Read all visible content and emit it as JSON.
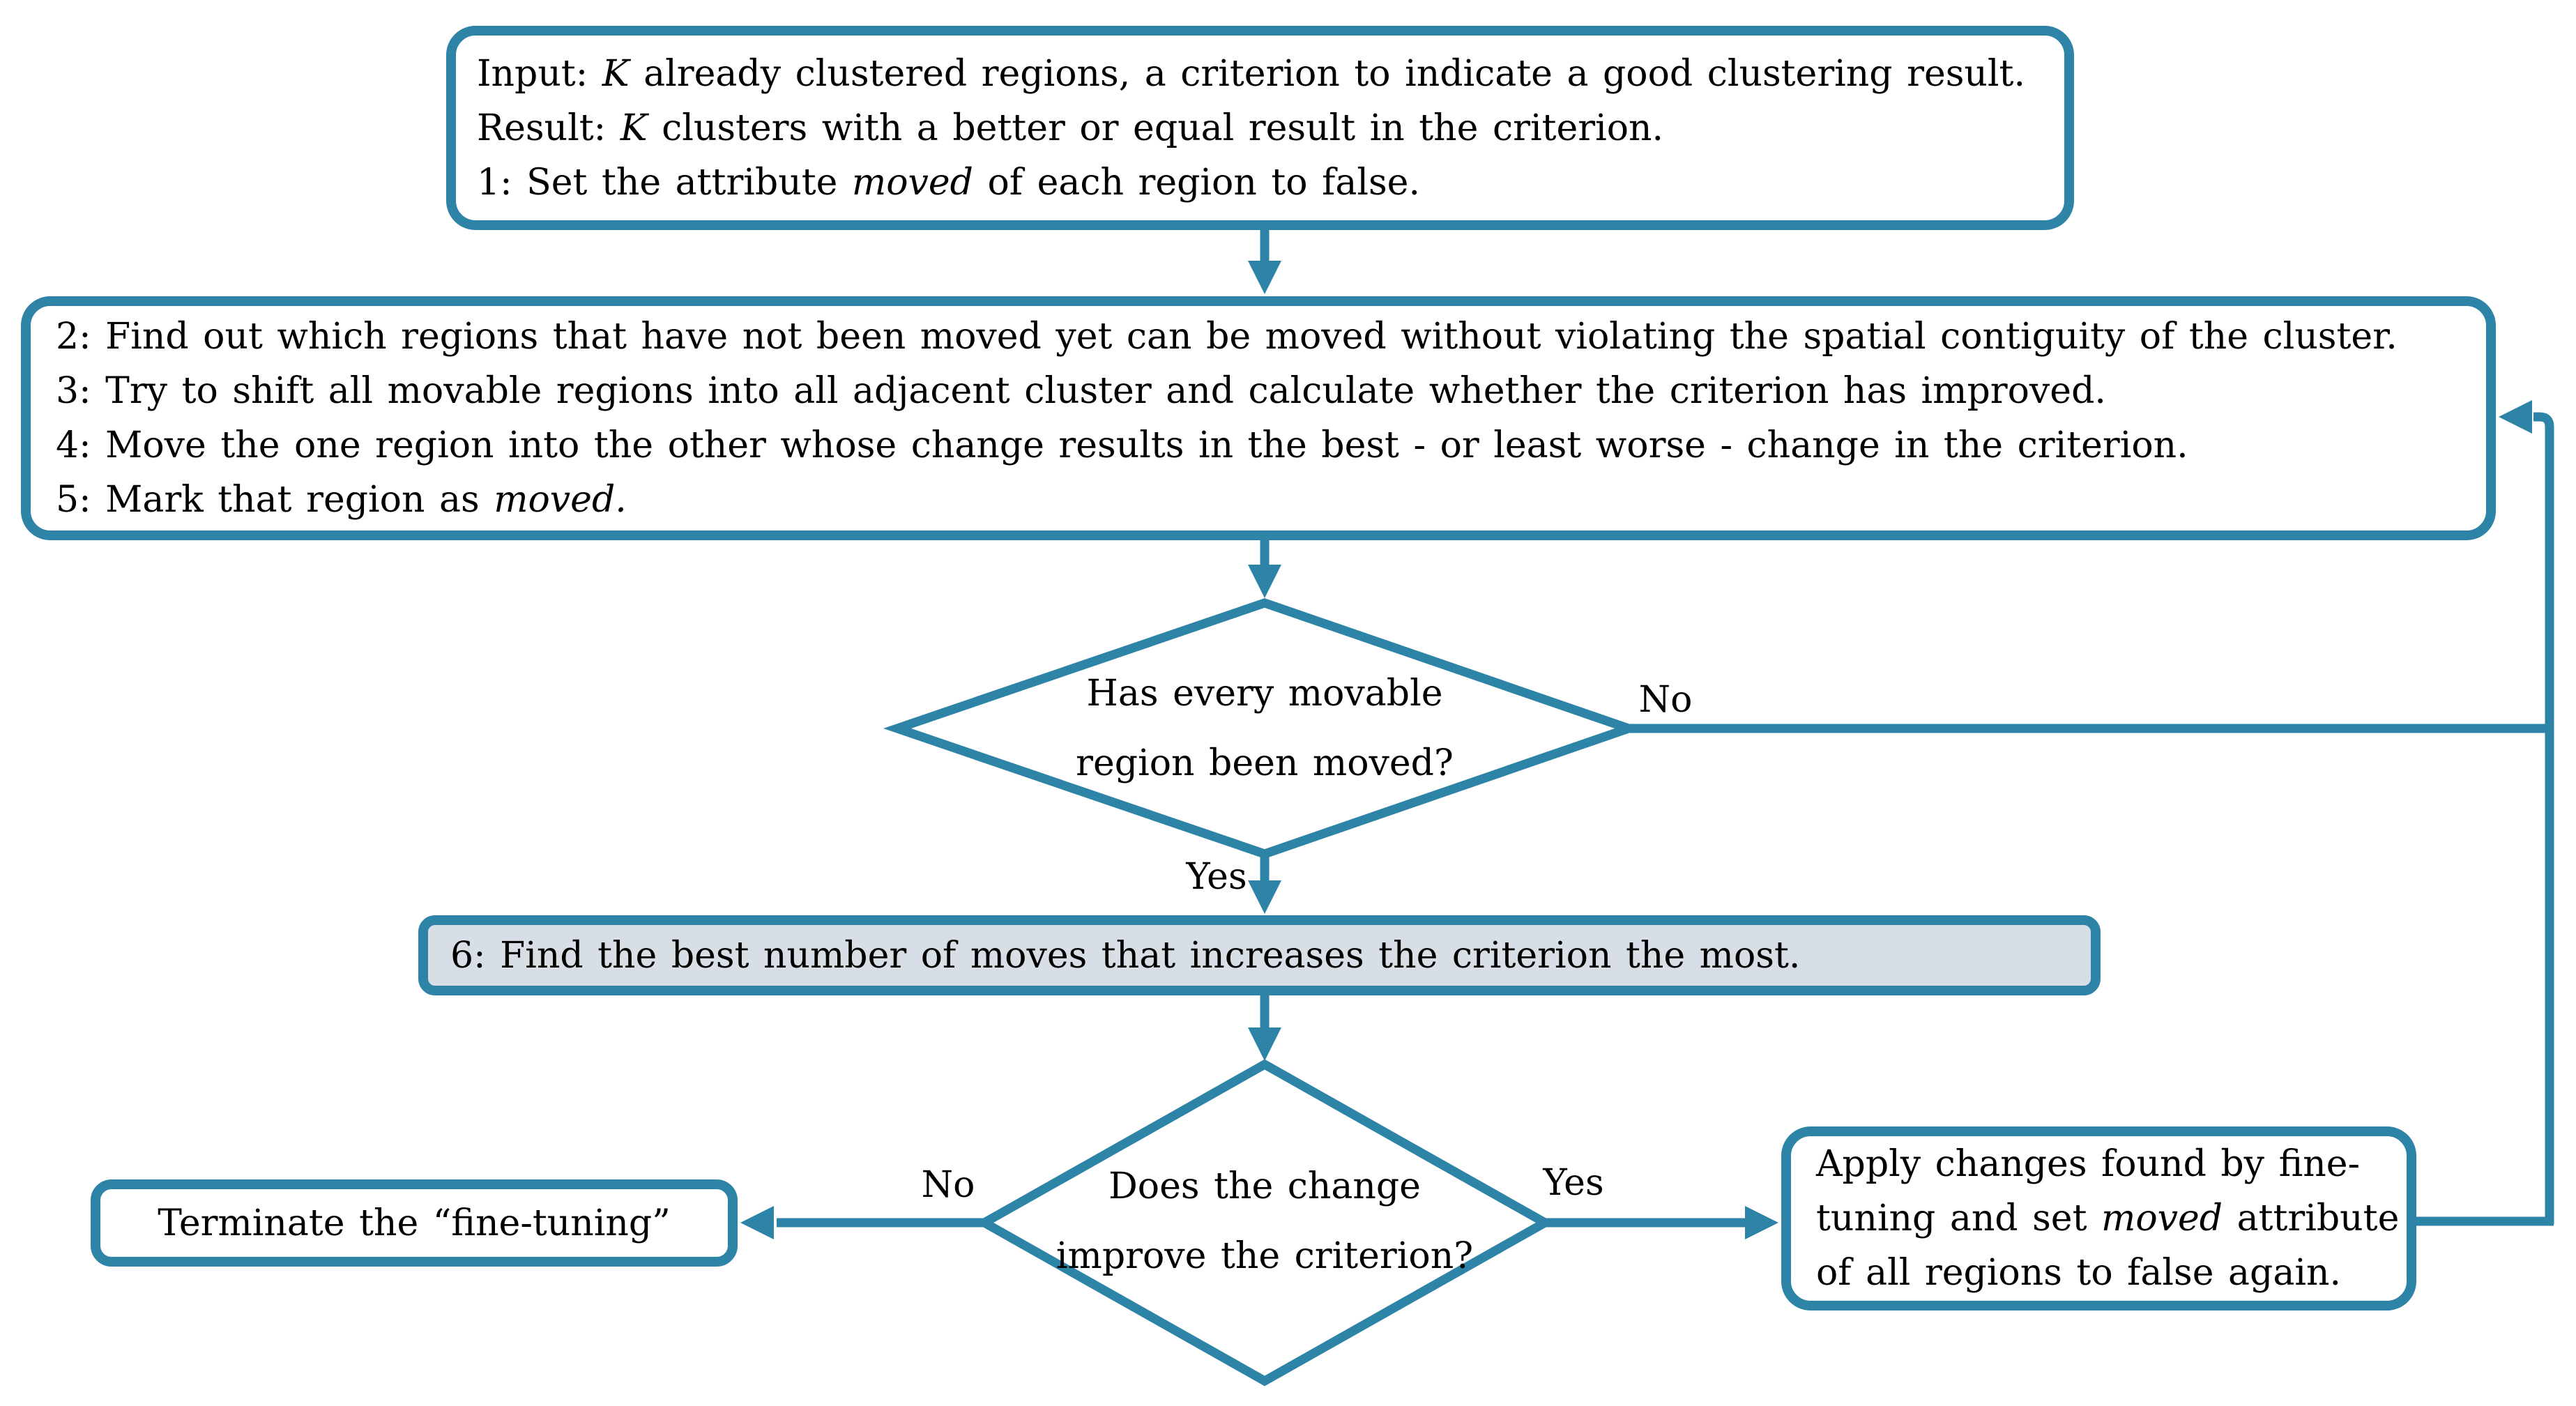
{
  "colors": {
    "line": "#2d84a7",
    "canvas": "#ffffff",
    "box_fill": "#ffffff",
    "step6_fill": "#d7dee6",
    "text": "#000000"
  },
  "flowchart": {
    "input_box": {
      "lines": [
        [
          {
            "t": "Input: "
          },
          {
            "t": "K",
            "i": true
          },
          {
            "t": " already clustered regions, a criterion to indicate a good clustering result."
          }
        ],
        [
          {
            "t": "Result: "
          },
          {
            "t": "K",
            "i": true
          },
          {
            "t": " clusters with a better or equal result in the criterion."
          }
        ],
        [
          {
            "t": "1: Set the attribute "
          },
          {
            "t": "moved",
            "i": true
          },
          {
            "t": " of each region to false."
          }
        ]
      ]
    },
    "steps_box": {
      "lines": [
        [
          {
            "t": "2: Find out which regions that have not been moved yet can be moved without violating the spatial contiguity of the cluster."
          }
        ],
        [
          {
            "t": "3: Try to shift all movable regions into all adjacent cluster and calculate whether the criterion has improved."
          }
        ],
        [
          {
            "t": "4: Move the one region into the other whose change results in the best - or least worse - change in the criterion."
          }
        ],
        [
          {
            "t": "5: Mark that region as "
          },
          {
            "t": "moved.",
            "i": true
          }
        ]
      ]
    },
    "decision_moved": {
      "line1": "Has every movable",
      "line2": "region been moved?",
      "no_label": "No",
      "yes_label": "Yes"
    },
    "step6_box": {
      "lines": [
        [
          {
            "t": "6: Find the best number of moves that increases the criterion the most."
          }
        ]
      ]
    },
    "decision_improve": {
      "line1": "Does the change",
      "line2": "improve the criterion?",
      "no_label": "No",
      "yes_label": "Yes"
    },
    "terminate_box": {
      "lines": [
        [
          {
            "t": "Terminate the “fine-tuning”"
          }
        ]
      ]
    },
    "apply_box": {
      "lines": [
        [
          {
            "t": "Apply changes found by fine-"
          }
        ],
        [
          {
            "t": "tuning and set "
          },
          {
            "t": "moved",
            "i": true
          },
          {
            "t": " attribute"
          }
        ],
        [
          {
            "t": "of all regions to false again."
          }
        ]
      ]
    }
  }
}
